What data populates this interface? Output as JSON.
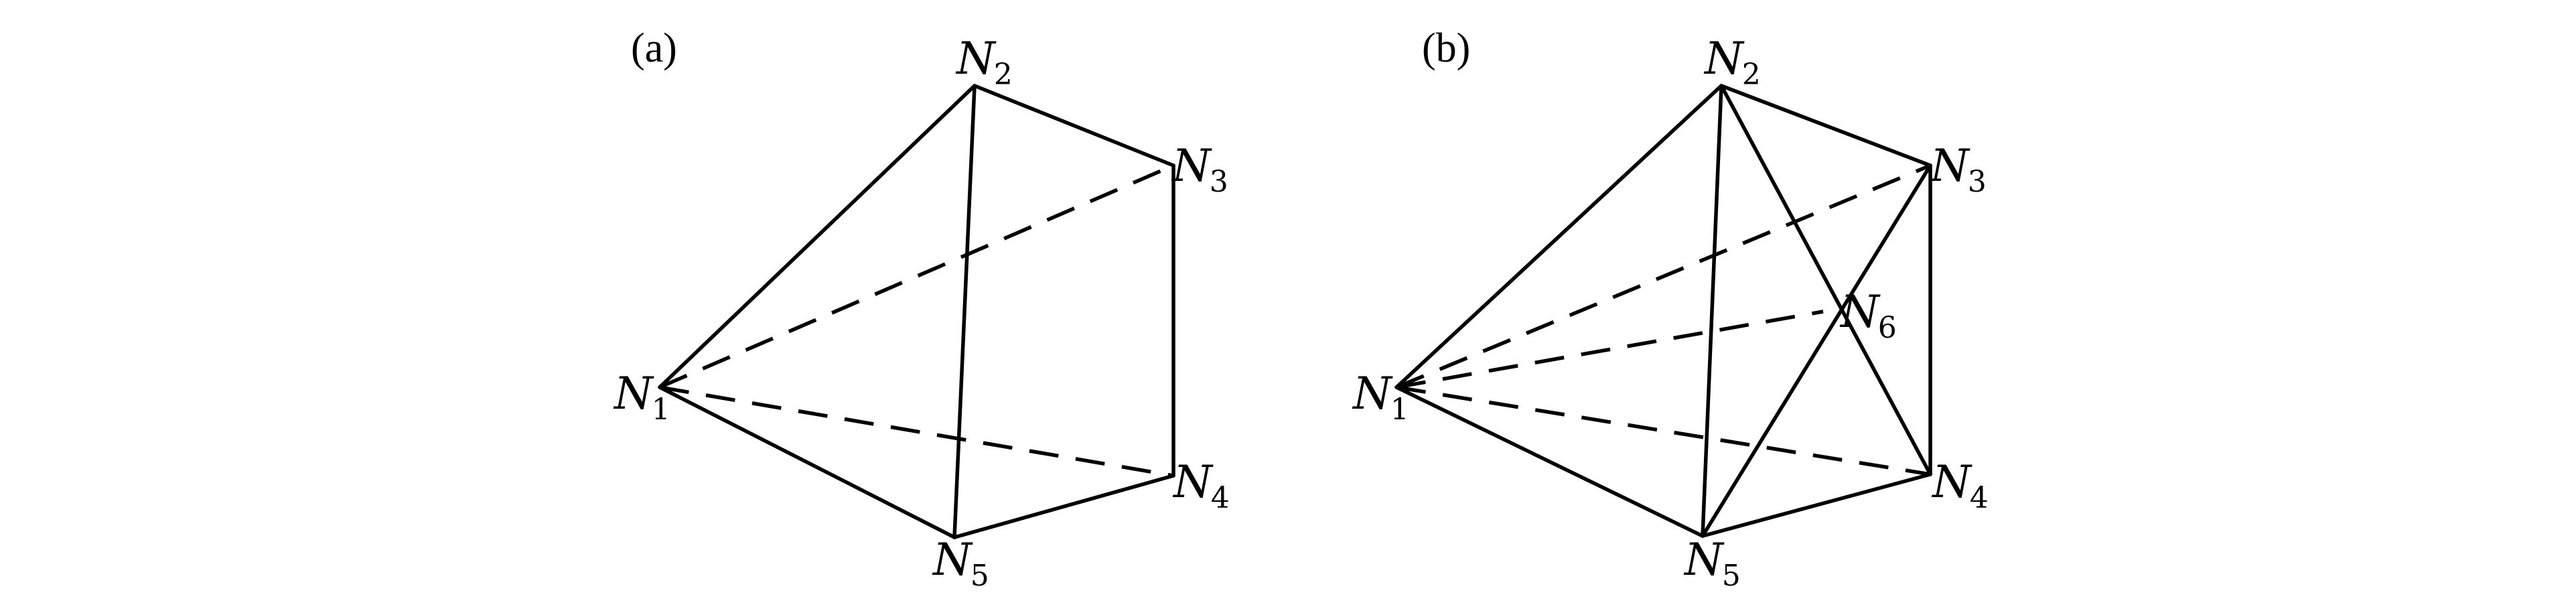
{
  "panels": [
    {
      "id": "a",
      "label": "(a)",
      "nodes": [
        {
          "id": "N1",
          "letter": "N",
          "sub": "1"
        },
        {
          "id": "N2",
          "letter": "N",
          "sub": "2"
        },
        {
          "id": "N3",
          "letter": "N",
          "sub": "3"
        },
        {
          "id": "N4",
          "letter": "N",
          "sub": "4"
        },
        {
          "id": "N5",
          "letter": "N",
          "sub": "5"
        }
      ],
      "edges": [
        {
          "from": "N1",
          "to": "N2",
          "style": "solid"
        },
        {
          "from": "N2",
          "to": "N3",
          "style": "solid"
        },
        {
          "from": "N3",
          "to": "N4",
          "style": "solid"
        },
        {
          "from": "N4",
          "to": "N5",
          "style": "solid"
        },
        {
          "from": "N5",
          "to": "N1",
          "style": "solid"
        },
        {
          "from": "N2",
          "to": "N5",
          "style": "solid"
        },
        {
          "from": "N1",
          "to": "N3",
          "style": "dashed"
        },
        {
          "from": "N1",
          "to": "N4",
          "style": "dashed"
        }
      ]
    },
    {
      "id": "b",
      "label": "(b)",
      "nodes": [
        {
          "id": "N1",
          "letter": "N",
          "sub": "1"
        },
        {
          "id": "N2",
          "letter": "N",
          "sub": "2"
        },
        {
          "id": "N3",
          "letter": "N",
          "sub": "3"
        },
        {
          "id": "N4",
          "letter": "N",
          "sub": "4"
        },
        {
          "id": "N5",
          "letter": "N",
          "sub": "5"
        },
        {
          "id": "N6",
          "letter": "N",
          "sub": "6"
        }
      ],
      "edges": [
        {
          "from": "N1",
          "to": "N2",
          "style": "solid"
        },
        {
          "from": "N2",
          "to": "N3",
          "style": "solid"
        },
        {
          "from": "N3",
          "to": "N4",
          "style": "solid"
        },
        {
          "from": "N4",
          "to": "N5",
          "style": "solid"
        },
        {
          "from": "N5",
          "to": "N1",
          "style": "solid"
        },
        {
          "from": "N2",
          "to": "N5",
          "style": "solid"
        },
        {
          "from": "N2",
          "to": "N4",
          "style": "solid"
        },
        {
          "from": "N3",
          "to": "N5",
          "style": "solid"
        },
        {
          "from": "N1",
          "to": "N3",
          "style": "dashed"
        },
        {
          "from": "N1",
          "to": "N4",
          "style": "dashed"
        },
        {
          "from": "N1",
          "to": "N6",
          "style": "dashed"
        }
      ]
    }
  ]
}
